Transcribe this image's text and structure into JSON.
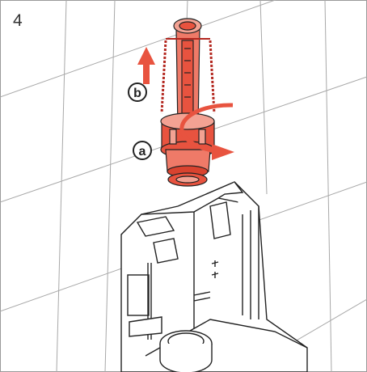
{
  "step": {
    "number": "4"
  },
  "callouts": [
    {
      "id": "a",
      "label": "a"
    },
    {
      "id": "b",
      "label": "b"
    }
  ],
  "colors": {
    "highlight": "#e8533f",
    "highlight_dark": "#b3261e",
    "outline": "#222222",
    "tile_lines": "#9a9a9a"
  }
}
